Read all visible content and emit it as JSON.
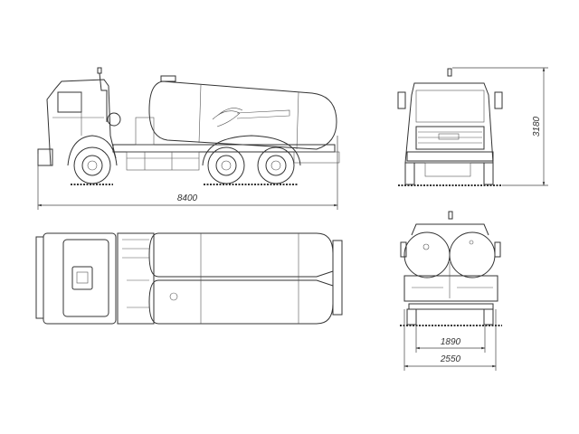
{
  "drawing": {
    "views": [
      "side-view",
      "front-view",
      "top-view",
      "rear-view"
    ],
    "dimensions": {
      "overall_length": "8400",
      "overall_height": "3180",
      "track_width": "1890",
      "overall_width": "2550"
    },
    "line_color": "#333333",
    "background": "#ffffff"
  }
}
